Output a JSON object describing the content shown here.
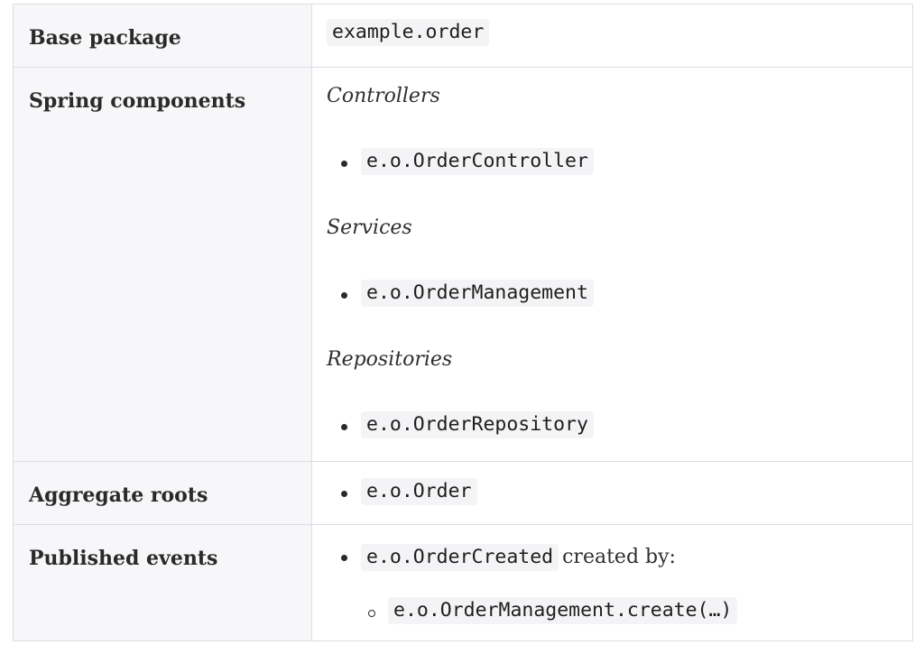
{
  "rows": [
    {
      "key": "Base package",
      "value_code": "example.order"
    },
    {
      "key": "Spring components",
      "groups": [
        {
          "heading": "Controllers",
          "items": [
            "e.o.OrderController"
          ]
        },
        {
          "heading": "Services",
          "items": [
            "e.o.OrderManagement"
          ]
        },
        {
          "heading": "Repositories",
          "items": [
            "e.o.OrderRepository"
          ]
        }
      ]
    },
    {
      "key": "Aggregate roots",
      "items": [
        "e.o.Order"
      ]
    },
    {
      "key": "Published events",
      "event": {
        "code": "e.o.OrderCreated",
        "suffix": "created by:",
        "sub_items": [
          "e.o.OrderManagement.create(…)"
        ]
      }
    }
  ]
}
